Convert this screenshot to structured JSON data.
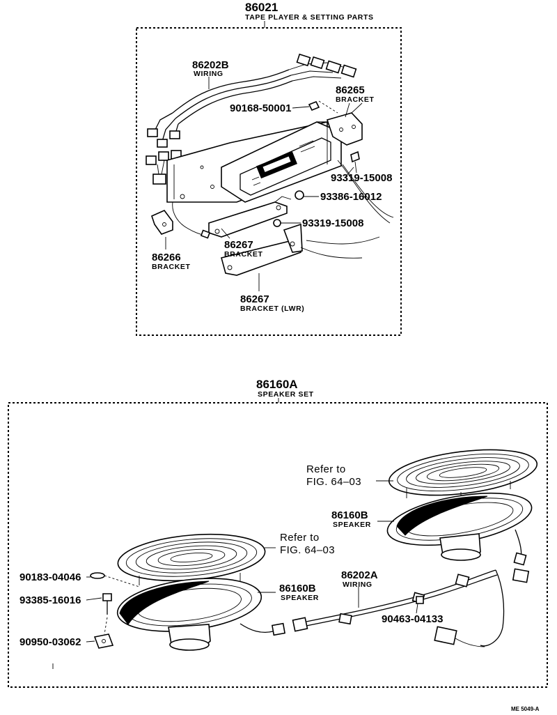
{
  "tape_assembly": {
    "part_number": "86021",
    "title": "TAPE PLAYER & SETTING PARTS",
    "callouts": [
      {
        "number": "86202B",
        "name": "WIRING"
      },
      {
        "number": "86265",
        "name": "BRACKET"
      },
      {
        "number": "90168-50001",
        "name": ""
      },
      {
        "number": "93319-15008",
        "name": ""
      },
      {
        "number": "93386-16012",
        "name": ""
      },
      {
        "number": "93319-15008",
        "name": ""
      },
      {
        "number": "86267",
        "name": "BRACKET"
      },
      {
        "number": "86266",
        "name": "BRACKET"
      },
      {
        "number": "86267",
        "name": "BRACKET (LWR)"
      }
    ]
  },
  "speaker_assembly": {
    "part_number": "86160A",
    "title": "SPEAKER SET",
    "references": [
      {
        "line1": "Refer to",
        "line2": "FIG. 64–03"
      },
      {
        "line1": "Refer to",
        "line2": "FIG. 64–03"
      }
    ],
    "callouts": [
      {
        "number": "86160B",
        "name": "SPEAKER"
      },
      {
        "number": "86160B",
        "name": "SPEAKER"
      },
      {
        "number": "86202A",
        "name": "WIRING"
      },
      {
        "number": "90183-04046",
        "name": ""
      },
      {
        "number": "93385-16016",
        "name": ""
      },
      {
        "number": "90950-03062",
        "name": ""
      },
      {
        "number": "90463-04133",
        "name": ""
      }
    ]
  },
  "figure_code": "ME 5049-A"
}
